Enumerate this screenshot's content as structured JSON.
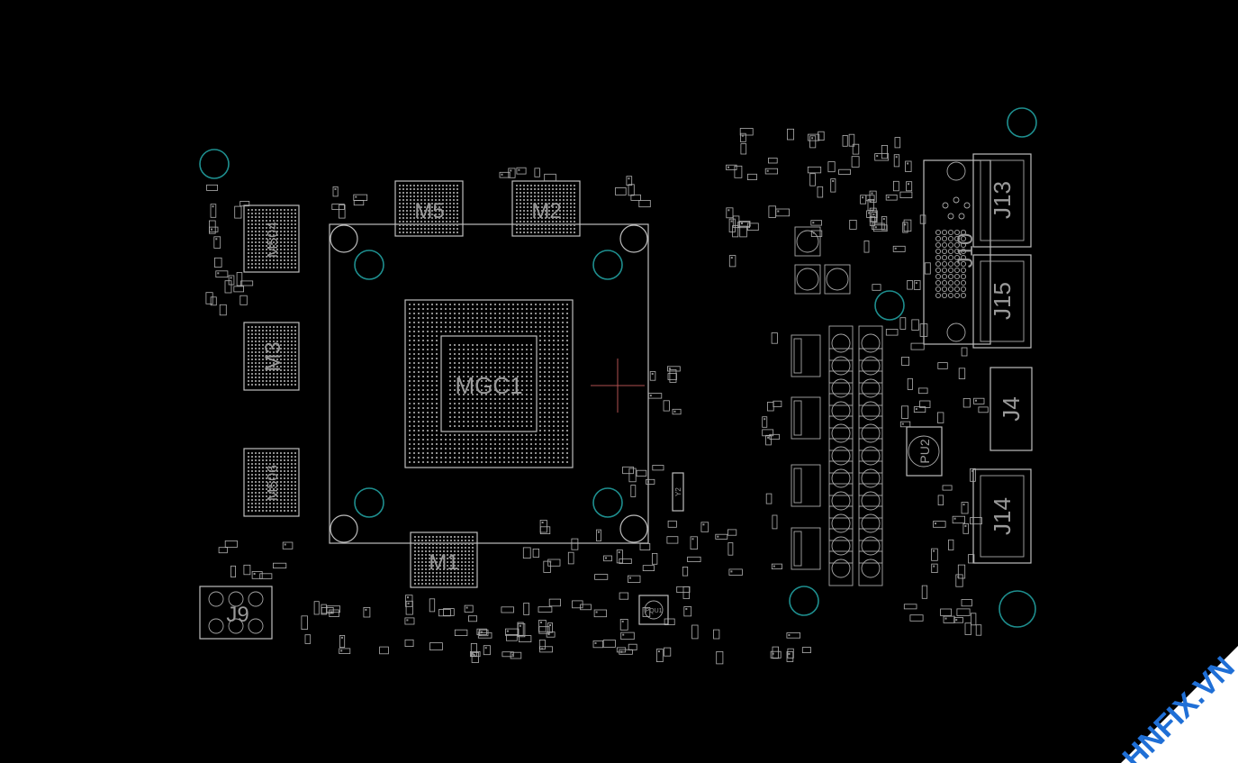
{
  "viewer": {
    "background": "#000000",
    "outline_color": "#bdbdbd",
    "hole_color": "#1e8f8f",
    "cursor_color": "#b05050"
  },
  "components": {
    "gpu": "MGC1",
    "memory": [
      "M5",
      "M2",
      "M504",
      "M3",
      "M506",
      "M1"
    ],
    "connectors": [
      "J13",
      "J10",
      "J15",
      "J4",
      "J14",
      "J9"
    ],
    "controller": "PU2",
    "small_ic": "PQU1",
    "crystal": "Y2"
  },
  "watermark": {
    "text": "HNFIX.VN",
    "color": "#1f6fd6"
  }
}
